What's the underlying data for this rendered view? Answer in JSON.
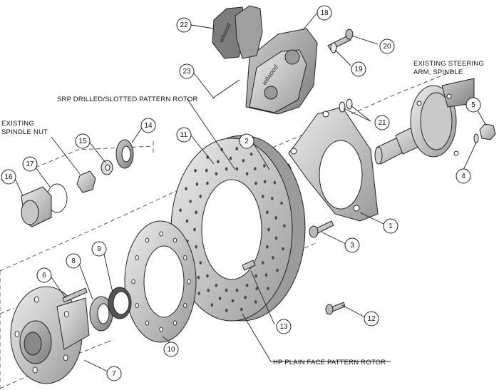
{
  "callouts": [
    "22",
    "18",
    "20",
    "19",
    "23",
    "21",
    "5",
    "4",
    "11",
    "2",
    "14",
    "15",
    "17",
    "16",
    "1",
    "3",
    "9",
    "8",
    "6",
    "10",
    "13",
    "12",
    "7"
  ],
  "labels": {
    "existing_steering_1": "EXISTING STEERING",
    "existing_steering_2": "ARM, SPINDLE",
    "srp_rotor": "SRP DRILLED/SLOTTED PATTERN ROTOR",
    "existing_nut_1": "EXISTING",
    "existing_nut_2": "SPINDLE NUT",
    "hp_rotor": "HP PLAIN FACE PATTERN ROTOR",
    "brand": "wilwood"
  },
  "colors": {
    "metal_light": "#d9d9d9",
    "metal_mid": "#b8b8b8",
    "metal_dark": "#8a8a8a",
    "line": "#222222"
  }
}
